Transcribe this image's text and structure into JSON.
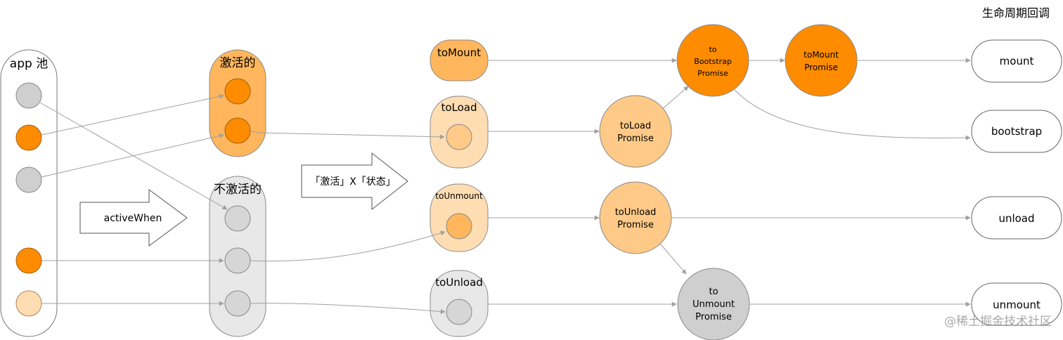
{
  "title": "生命周期回调",
  "watermark": "@稀土掘金技术社区",
  "groups": {
    "app_pool": "app 池",
    "active": "激活的",
    "inactive": "不激活的",
    "to_mount": "toMount",
    "to_load": "toLoad",
    "to_unmount": "toUnmount",
    "to_unload": "toUnload"
  },
  "arrows": {
    "active_when": "activeWhen",
    "state_cross": "「激活」X「状态」"
  },
  "promises": {
    "to_bootstrap": [
      "to",
      "Bootstrap",
      "Promise"
    ],
    "to_mount": [
      "toMount",
      "Promise"
    ],
    "to_load": [
      "toLoad",
      "Promise"
    ],
    "to_unload": [
      "toUnload",
      "Promise"
    ],
    "to_unmount": [
      "to",
      "Unmount",
      "Promise"
    ]
  },
  "callbacks": {
    "mount": "mount",
    "bootstrap": "bootstrap",
    "unload": "unload",
    "unmount": "unmount"
  },
  "colors": {
    "orange": "#FF8C00",
    "orange_light": "#FFB65C",
    "orange_pale": "#FFDDB3",
    "peach": "#FFC987",
    "gray": "#CFCFCF",
    "gray_light": "#E8E8E8",
    "line": "#A0A0A0"
  }
}
